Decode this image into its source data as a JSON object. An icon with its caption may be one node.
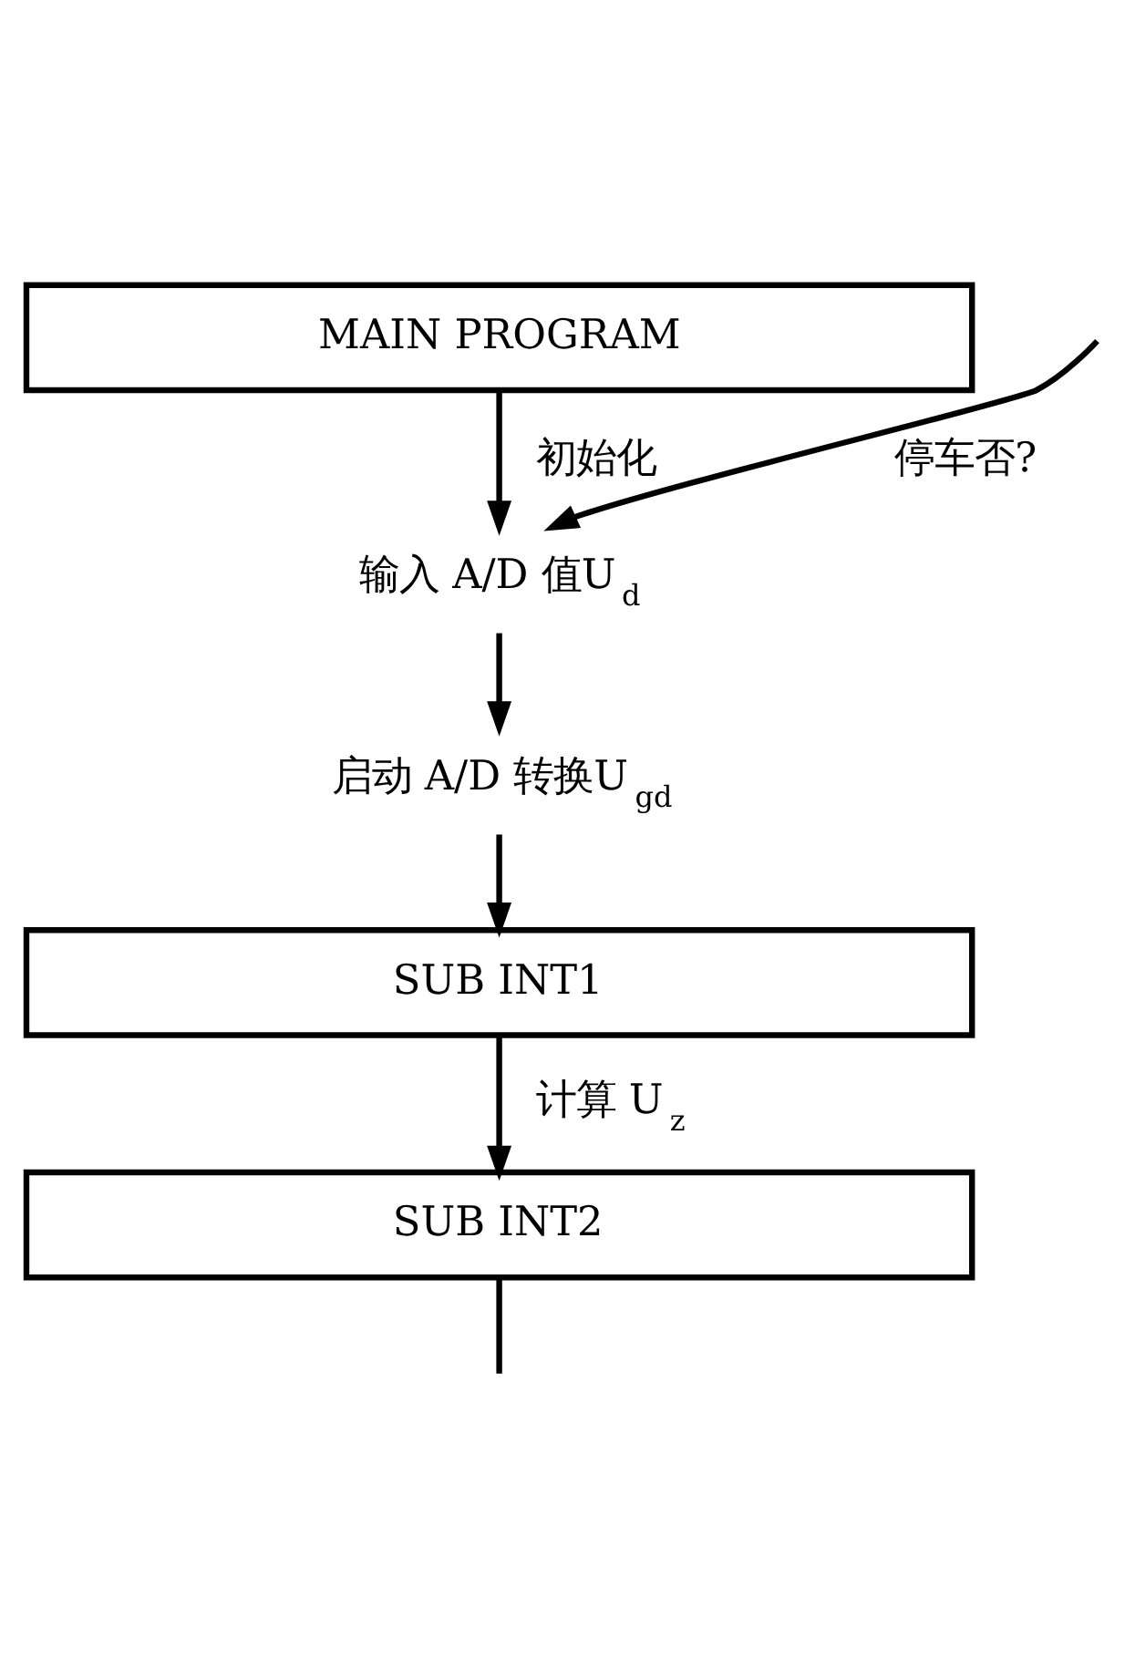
{
  "diagram": {
    "nodes": [
      {
        "text": [
          "MAIN PROGRAM"
        ]
      },
      {
        "text": [
          "输入 A/D 值U$_{d}$"
        ]
      },
      {
        "text": [
          "启动 A/D 转换U$_{gd}$"
        ]
      },
      {
        "text": [
          "SUB INT1"
        ]
      },
      {
        "text": [
          "SUB INT2"
        ]
      }
    ],
    "edges": [
      {
        "from": 0,
        "to": 1,
        "arrow": "to",
        "label": "初始化"
      },
      {
        "from": null,
        "to": 1,
        "arrow": "to",
        "label": "停车否?"
      },
      {
        "from": 1,
        "to": 2,
        "arrow": "to"
      },
      {
        "from": 2,
        "to": 3,
        "arrow": "to"
      },
      {
        "from": 3,
        "to": 4,
        "arrow": "to",
        "label": "计算 U$_{z}$"
      },
      {
        "from": 4,
        "to": null,
        "arrow": "none"
      }
    ]
  }
}
